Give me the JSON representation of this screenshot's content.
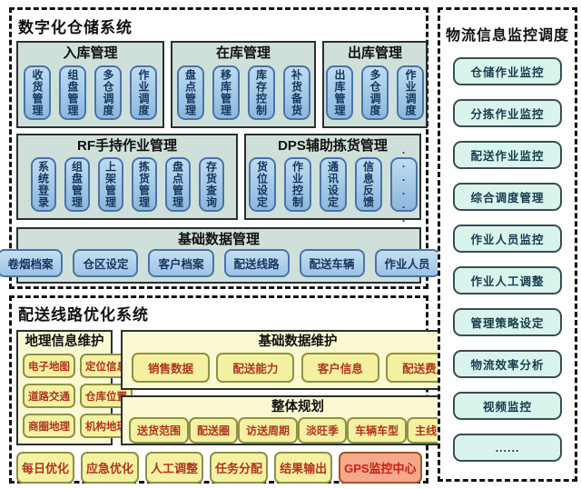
{
  "colors": {
    "chip_blue_top": "#bedcf2",
    "chip_blue_bottom": "#8cb8dc",
    "chip_blue_border": "#4a74a8",
    "chip_text_navy": "#16365e",
    "section_bg_mint": "#cfe0da",
    "monitor_chip_bg": "#d9f4ec",
    "yellow_section_bg": "#fbf9d2",
    "yellow_chip_bg": "#f4f2a0",
    "yellow_chip_border": "#8e9147",
    "yellow_chip_text": "#b03522",
    "gps_chip_bg": "#f3a98a",
    "gps_chip_text": "#cf1f16",
    "dashed_border": "#141414"
  },
  "wms": {
    "title": "数字化仓储系统",
    "inbound": {
      "title": "入库管理",
      "items": [
        "收货管理",
        "组盘管理",
        "多仓调度",
        "作业调度"
      ]
    },
    "instock": {
      "title": "在库管理",
      "items": [
        "盘点管理",
        "移库管理",
        "库存控制",
        "补货备货"
      ]
    },
    "outbound": {
      "title": "出库管理",
      "items": [
        "出库管理",
        "多仓调度",
        "作业调度"
      ]
    },
    "rf": {
      "title": "RF手持作业管理",
      "items": [
        "系统登录",
        "组盘管理",
        "上架管理",
        "拣货管理",
        "盘点管理",
        "存货查询"
      ]
    },
    "dps": {
      "title": "DPS辅助拣货管理",
      "items": [
        "货位设定",
        "作业控制",
        "通讯设定",
        "信息反馈",
        "......"
      ]
    },
    "basedata": {
      "title": "基础数据管理",
      "items": [
        "卷烟档案",
        "仓区设定",
        "客户档案",
        "配送线路",
        "配送车辆",
        "作业人员"
      ]
    }
  },
  "route": {
    "title": "配送线路优化系统",
    "geo": {
      "title": "地理信息维护",
      "items": [
        "电子地图",
        "定位信息",
        "道路交通",
        "仓库位置",
        "商圈地理",
        "机构地理"
      ]
    },
    "basedata": {
      "title": "基础数据维护",
      "items": [
        "销售数据",
        "配送能力",
        "客户信息",
        "配送费用"
      ]
    },
    "planning": {
      "title": "整体规划",
      "items": [
        "送货范围",
        "配送圈",
        "访送周期",
        "淡旺季",
        "车辆车型",
        "主线测算"
      ]
    },
    "ops": [
      "每日优化",
      "应急优化",
      "人工调整",
      "任务分配",
      "结果输出"
    ],
    "gps": "GPS监控中心"
  },
  "monitor": {
    "title": "物流信息监控调度",
    "items": [
      "仓储作业监控",
      "分拣作业监控",
      "配送作业监控",
      "综合调度管理",
      "作业人员监控",
      "作业人工调整",
      "管理策略设定",
      "物流效率分析",
      "视频监控",
      "......"
    ]
  }
}
